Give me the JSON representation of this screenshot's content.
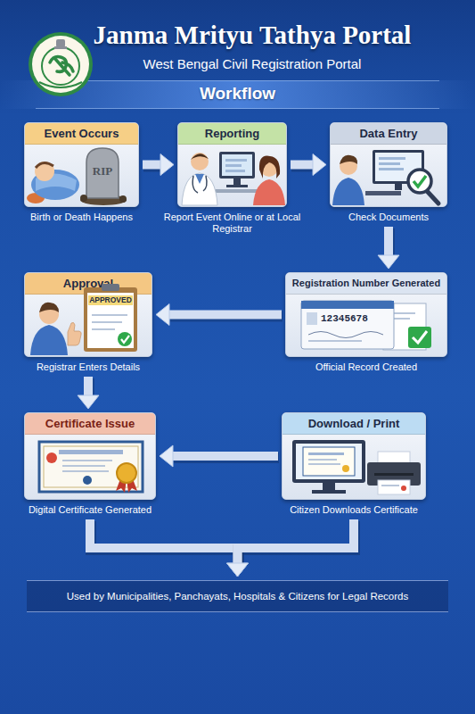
{
  "diagram": {
    "title": "Janma Mrityu Tathya Portal",
    "nodes": [
      {
        "text": [
          "Event Occurs",
          "Birth or Death Happens"
        ]
      },
      {
        "text": [
          "Reporting",
          "Report Event Online or at Local Registrar"
        ]
      },
      {
        "text": [
          "Data Entry",
          "Check Documents"
        ]
      },
      {
        "text": [
          "Registration Number Generated",
          "Official Record Created"
        ]
      },
      {
        "text": [
          "Approval",
          "Registrar Enters Details"
        ]
      },
      {
        "text": [
          "Certificate Issue",
          "Digital Certificate Generated"
        ]
      },
      {
        "text": [
          "Download / Print",
          "Citizen Downloads Certificate"
        ]
      },
      {
        "text": [
          "Used by Municipalities, Panchayats, Hospitals & Citizens for Legal Records"
        ]
      }
    ],
    "edges": [
      {
        "from": 0,
        "to": 1,
        "arrow": "to"
      },
      {
        "from": 1,
        "to": 2,
        "arrow": "to"
      },
      {
        "from": 2,
        "to": 3,
        "arrow": "to"
      },
      {
        "from": 3,
        "to": 4,
        "arrow": "to"
      },
      {
        "from": 4,
        "to": 5,
        "arrow": "to"
      },
      {
        "from": 6,
        "to": 5,
        "arrow": "to"
      },
      {
        "from": 5,
        "to": 7,
        "arrow": "to"
      },
      {
        "from": 6,
        "to": 7,
        "arrow": "to"
      }
    ],
    "labels": [
      "West Bengal Civil Registration Portal",
      "Workflow",
      "RIP",
      "12345678",
      "APPROVED"
    ]
  }
}
